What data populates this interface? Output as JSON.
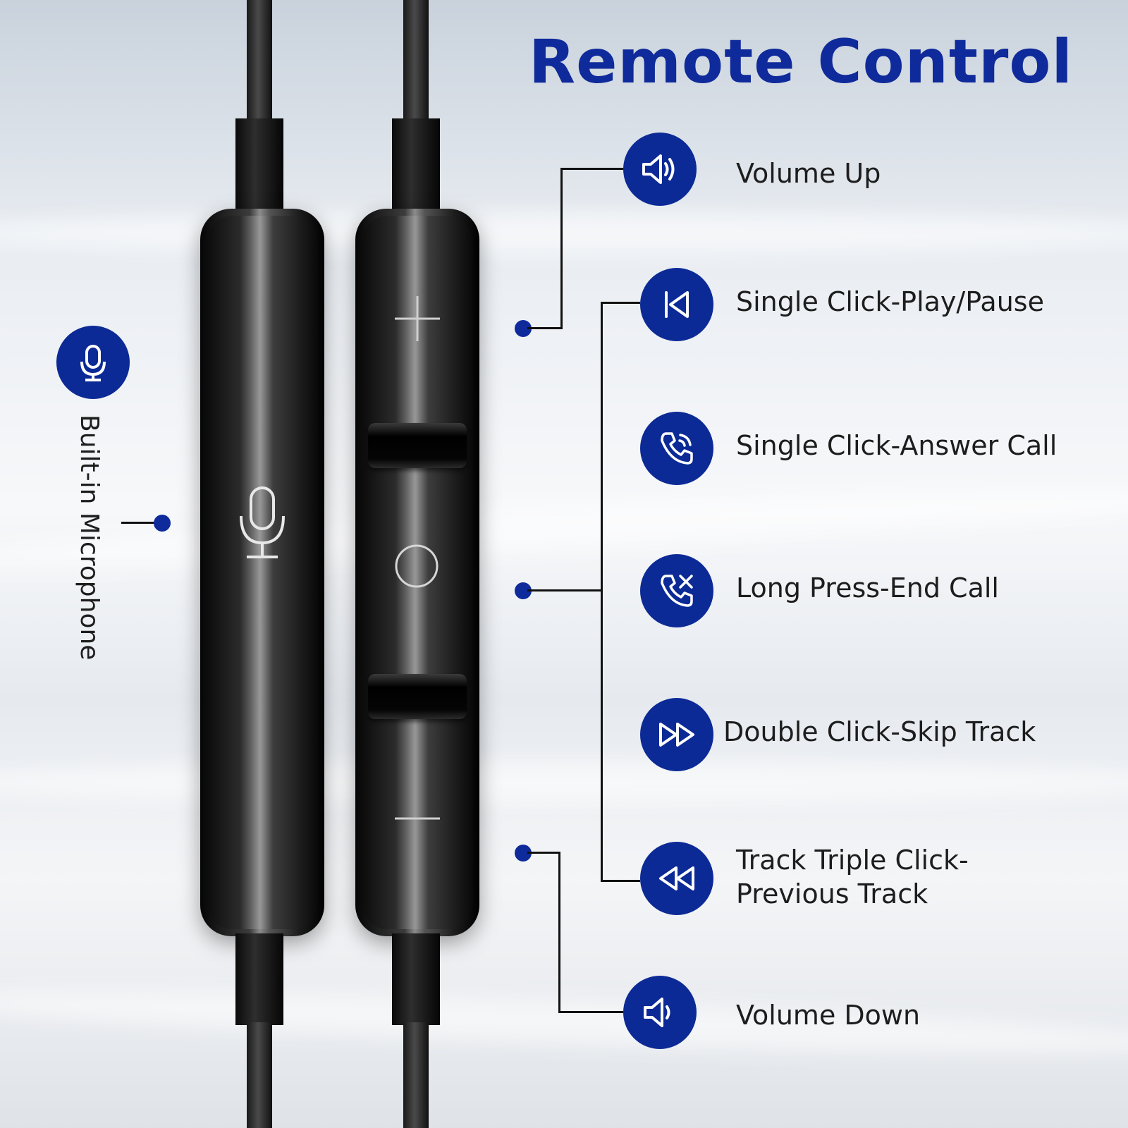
{
  "title": "Remote Control",
  "microphone": {
    "label": "Built-in Microphone",
    "icon": "microphone-icon"
  },
  "functions": [
    {
      "label": "Volume Up",
      "icon": "volume-up-icon"
    },
    {
      "label": "Single Click-Play/Pause",
      "icon": "play-pause-icon"
    },
    {
      "label": "Single Click-Answer Call",
      "icon": "phone-icon"
    },
    {
      "label": "Long Press-End Call",
      "icon": "phone-end-icon"
    },
    {
      "label": "Double Click-Skip Track",
      "icon": "fast-forward-icon"
    },
    {
      "label": "Track Triple Click-Previous Track",
      "icon": "rewind-icon"
    },
    {
      "label": "Volume Down",
      "icon": "volume-down-icon"
    }
  ],
  "colors": {
    "accent": "#0c2a96",
    "title": "#0f2a9a",
    "text": "#1d1d1d"
  }
}
